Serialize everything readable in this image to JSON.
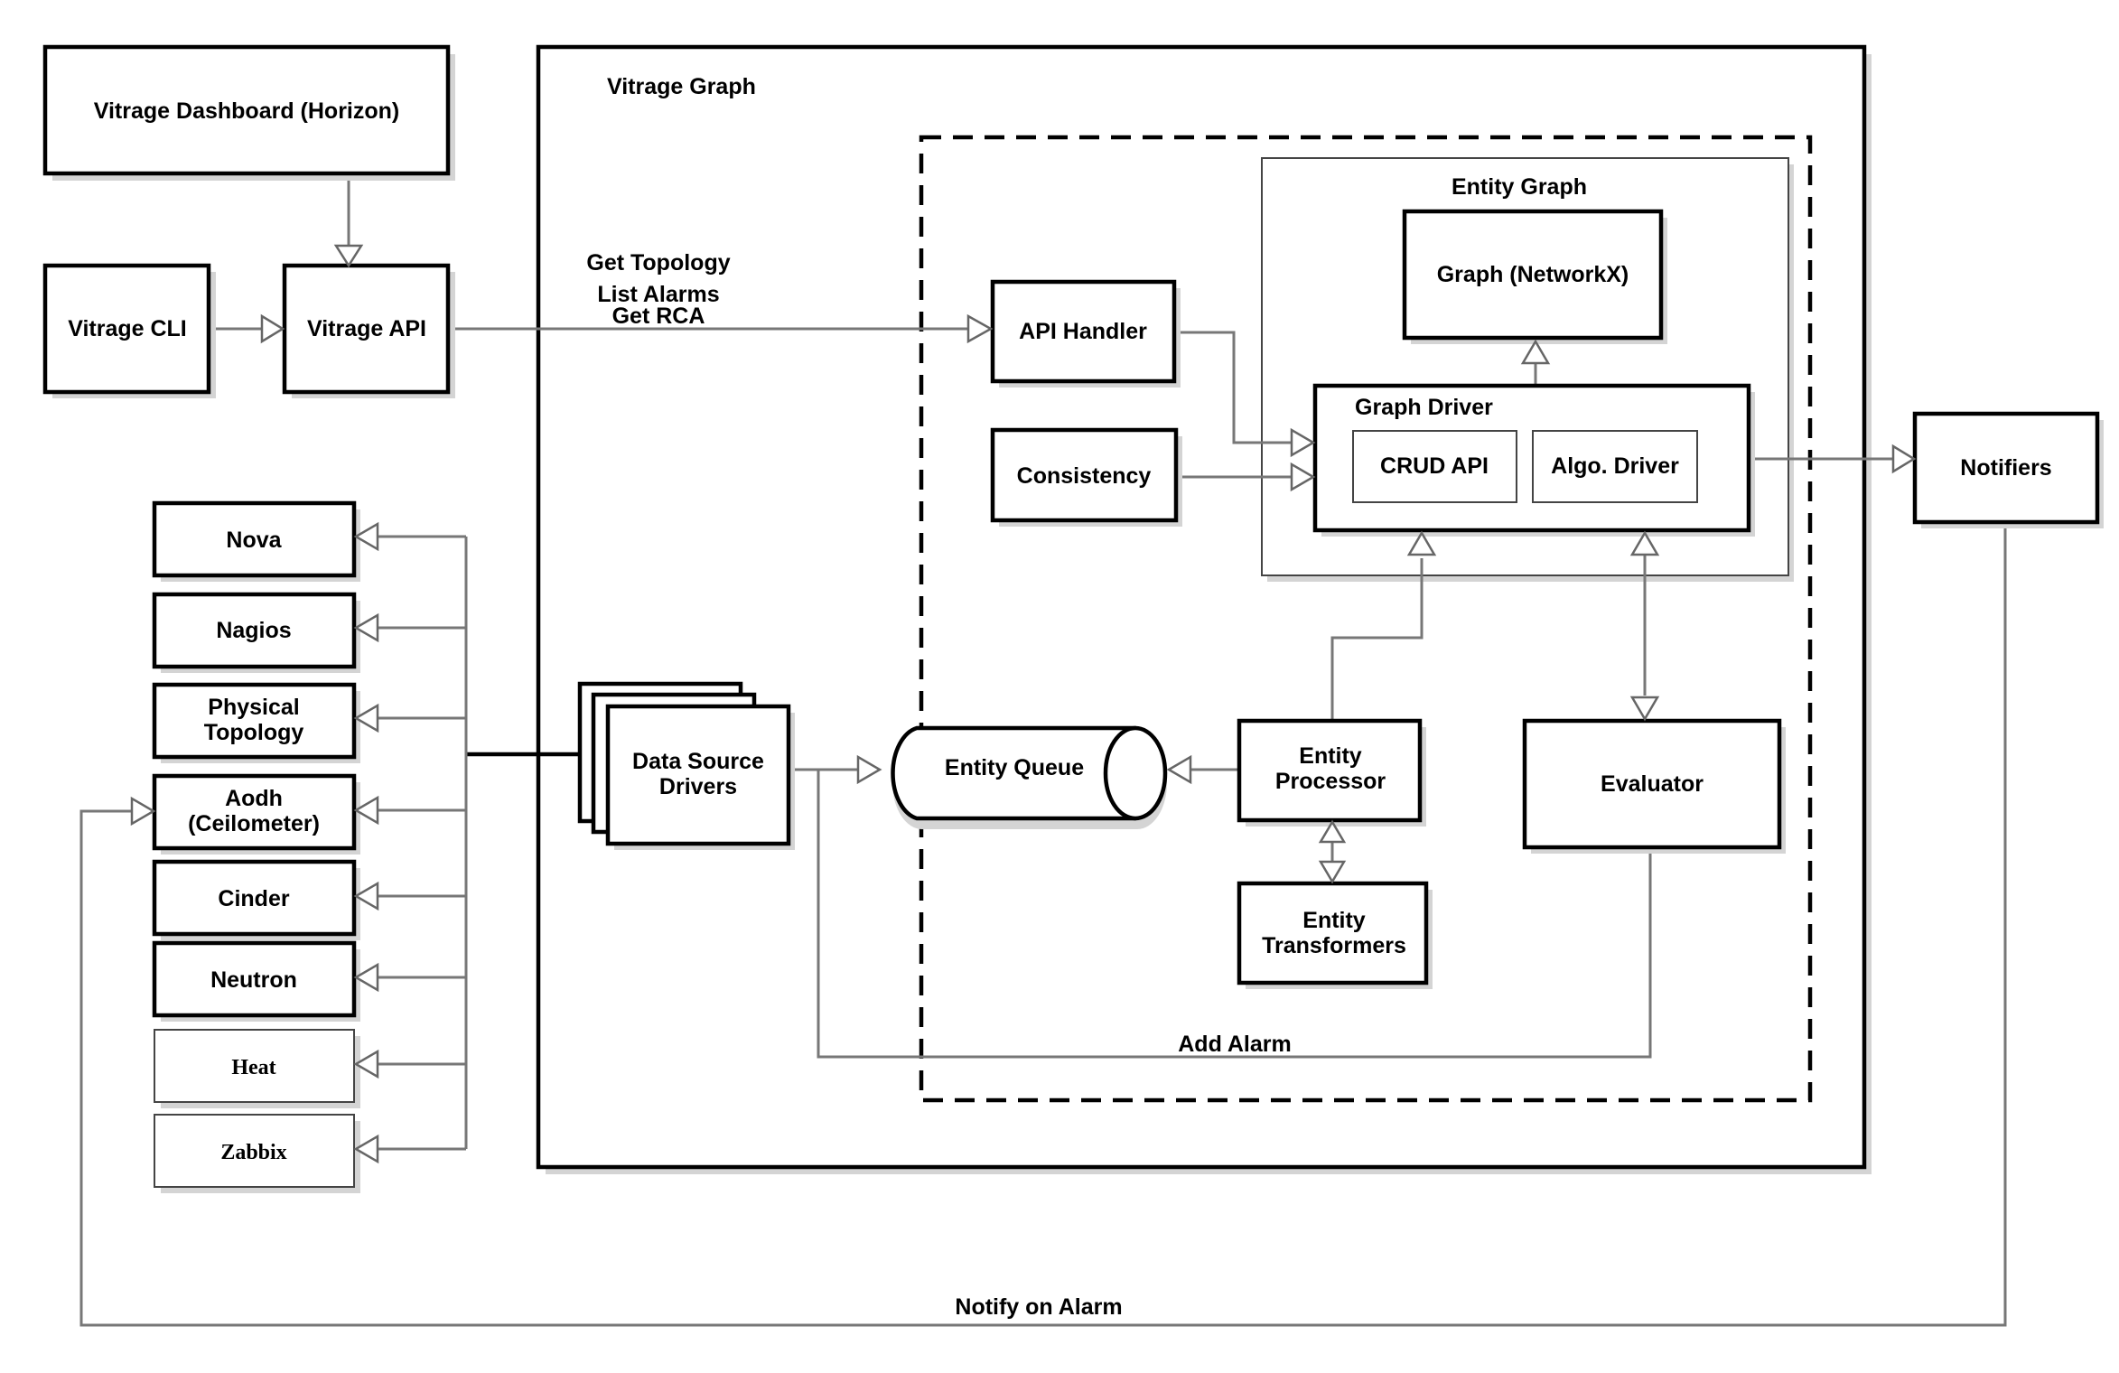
{
  "boxes": {
    "dashboard": "Vitrage Dashboard (Horizon)",
    "cli": "Vitrage CLI",
    "api": "Vitrage API",
    "graph_title": "Vitrage Graph",
    "api_handler": "API Handler",
    "consistency": "Consistency",
    "entity_graph": "Entity Graph",
    "networkx": "Graph (NetworkX)",
    "graph_driver": "Graph Driver",
    "crud_api": "CRUD API",
    "algo_driver": "Algo. Driver",
    "notifiers": "Notifiers",
    "data_source_line1": "Data Source",
    "data_source_line2": "Drivers",
    "entity_queue": "Entity Queue",
    "entity_processor_line1": "Entity",
    "entity_processor_line2": "Processor",
    "entity_transformers_line1": "Entity",
    "entity_transformers_line2": "Transformers",
    "evaluator": "Evaluator"
  },
  "datasources": {
    "nova": "Nova",
    "nagios": "Nagios",
    "physical_line1": "Physical",
    "physical_line2": "Topology",
    "aodh_line1": "Aodh",
    "aodh_line2": "(Ceilometer)",
    "cinder": "Cinder",
    "neutron": "Neutron",
    "heat": "Heat",
    "zabbix": "Zabbix"
  },
  "edge_labels": {
    "get_topology": "Get Topology",
    "list_alarms": "List Alarms",
    "get_rca": "Get RCA",
    "add_alarm": "Add Alarm",
    "notify_on_alarm": "Notify on Alarm"
  }
}
